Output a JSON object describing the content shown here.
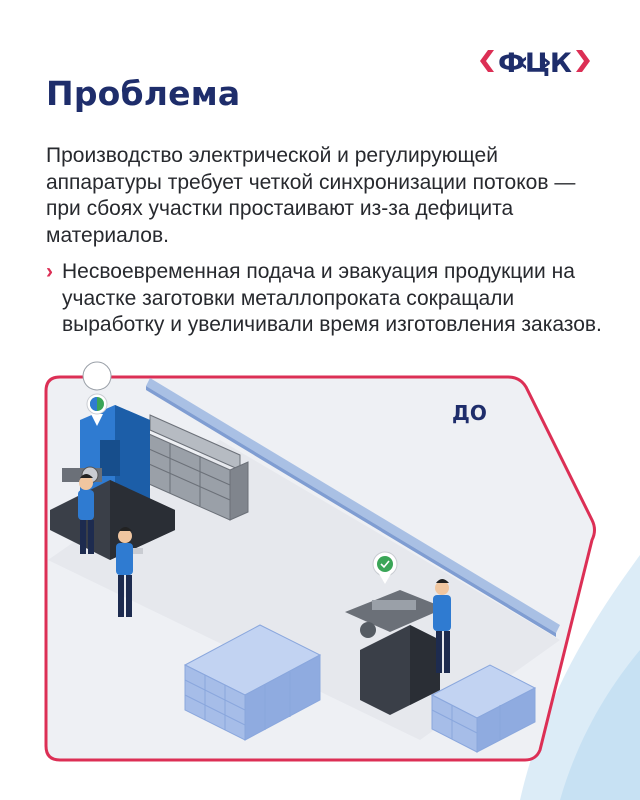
{
  "brand": {
    "logo_text": "ФЦК",
    "accent_color": "#dc2f55",
    "primary_color": "#1e2d6b"
  },
  "title": "Проблема",
  "intro": "Производство электрической и регулирующей аппаратуры требует четкой синхронизации потоков — при сбоях участки простаивают из-за дефицита материалов.",
  "bullet": {
    "marker_icon": "chevron-right-icon",
    "text": "Несвоевременная подача и эвакуация продукции на участке заготовки металлопроката сокращали выработку и увеличивали время изготовления заказов."
  },
  "illustration": {
    "label": "ДО",
    "icons": [
      "location-pin-icon",
      "location-pin-icon"
    ]
  }
}
